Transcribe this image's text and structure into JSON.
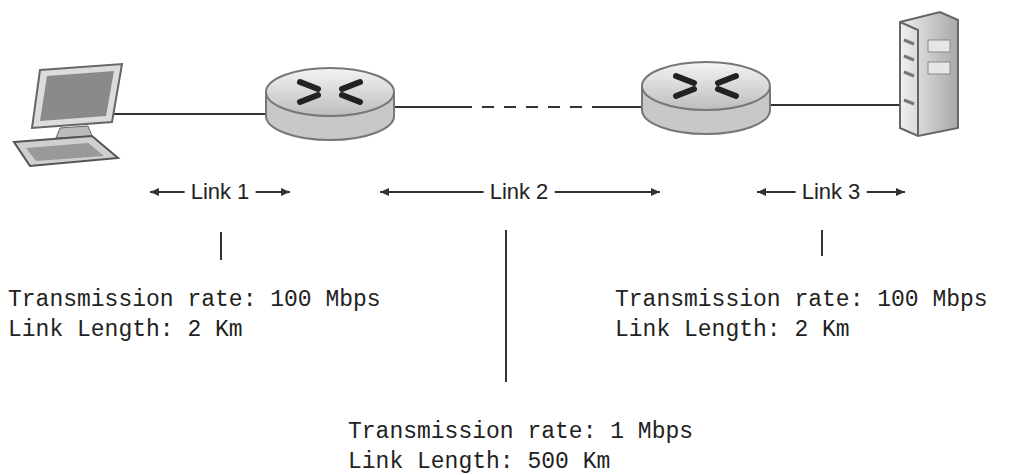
{
  "diagram": {
    "labels": [
      "Link 1",
      "Link 2",
      "Link 3",
      "Transmission rate: 100 Mbps",
      "Link Length: 2 Km",
      "Transmission rate: 100 Mbps",
      "Link Length: 2 Km",
      "Transmission rate: 1 Mbps",
      "Link Length: 500 Km"
    ]
  }
}
